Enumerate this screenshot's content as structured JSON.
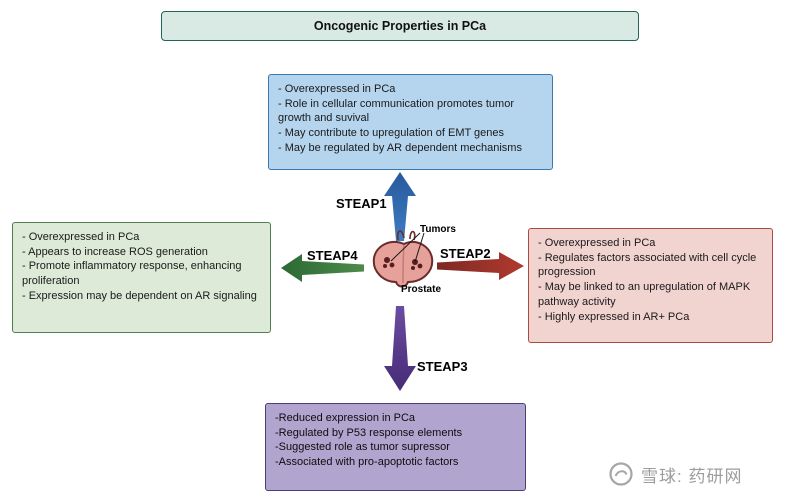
{
  "title": "Oncogenic Properties in PCa",
  "center": {
    "tumors_label": "Tumors",
    "prostate_label": "Prostate"
  },
  "steap1": {
    "label": "STEAP1",
    "items": [
      "- Overexpressed in PCa",
      "- Role in cellular communication promotes tumor growth and suvival",
      "- May contribute to upregulation of EMT genes",
      "- May be regulated by AR dependent mechanisms"
    ]
  },
  "steap2": {
    "label": "STEAP2",
    "items": [
      "- Overexpressed in PCa",
      "- Regulates factors associated with cell cycle progression",
      "- May be linked to an upregulation of MAPK pathway activity",
      "- Highly expressed in AR+ PCa"
    ]
  },
  "steap3": {
    "label": "STEAP3",
    "items": [
      "-Reduced expression in PCa",
      "-Regulated by P53 response elements",
      "-Suggested role as tumor supressor",
      "-Associated with pro-apoptotic factors"
    ]
  },
  "steap4": {
    "label": "STEAP4",
    "items": [
      "- Overexpressed in PCa",
      "- Appears to increase ROS generation",
      "- Promote inflammatory response, enhancing proliferation",
      "- Expression may be dependent on AR signaling"
    ]
  },
  "watermark": {
    "text": "雪球: 药研网"
  },
  "colors": {
    "title_bg": "#d8eae3",
    "title_border": "#24635a",
    "steap1_bg": "#b5d5ef",
    "steap1_border": "#3c78b0",
    "steap1_arrow": "#2f6bb0",
    "steap2_bg": "#f1d3d0",
    "steap2_border": "#aa4a42",
    "steap2_arrow": "#a03a30",
    "steap3_bg": "#b1a4cf",
    "steap3_border": "#4e3d7d",
    "steap3_arrow": "#5a3b8e",
    "steap4_bg": "#dcead7",
    "steap4_border": "#4f7f4e",
    "steap4_arrow": "#3c7a3e"
  }
}
